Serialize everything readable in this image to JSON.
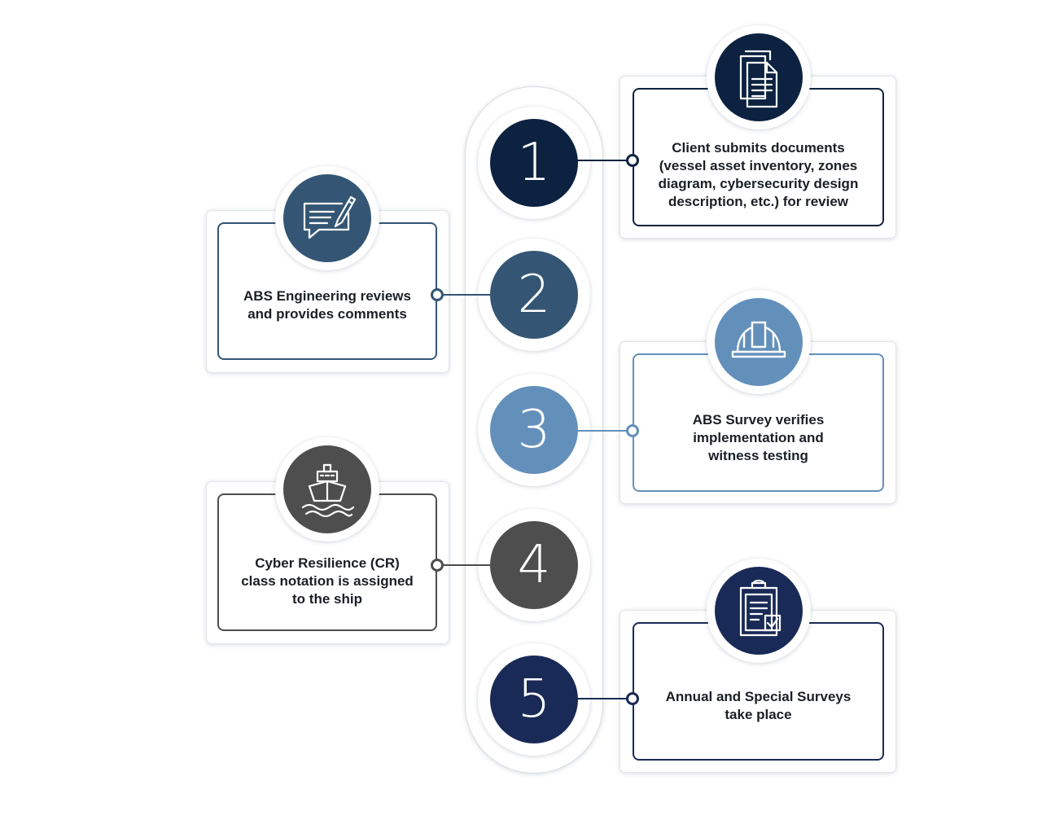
{
  "steps": [
    {
      "number": "1",
      "color": "#0c2240",
      "icon": "documents-icon",
      "lines": [
        "Client submits documents",
        "(vessel asset inventory, zones",
        "diagram, cybersecurity design",
        "description, etc.) for review"
      ]
    },
    {
      "number": "2",
      "color": "#345674",
      "icon": "review-comment-icon",
      "lines": [
        "ABS Engineering reviews",
        "and provides comments"
      ]
    },
    {
      "number": "3",
      "color": "#6390bb",
      "icon": "hard-hat-icon",
      "lines": [
        "ABS Survey verifies",
        "implementation and",
        "witness testing"
      ]
    },
    {
      "number": "4",
      "color": "#4e4e4e",
      "icon": "ship-icon",
      "lines": [
        "Cyber Resilience (CR)",
        "class notation is assigned",
        "to the ship"
      ]
    },
    {
      "number": "5",
      "color": "#1a2a57",
      "icon": "clipboard-check-icon",
      "lines": [
        "Annual and Special Surveys",
        "take place"
      ]
    }
  ]
}
